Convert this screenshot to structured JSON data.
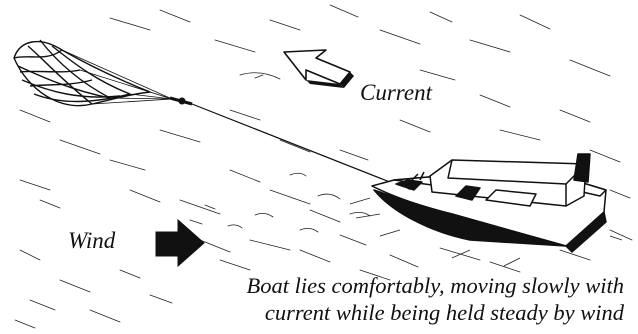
{
  "labels": {
    "current": "Current",
    "wind": "Wind"
  },
  "caption": {
    "line1": "Boat lies comfortably, moving slowly with",
    "line2": "current while being held steady by wind"
  },
  "colors": {
    "ink": "#111111",
    "paper": "#ffffff"
  },
  "icons": {
    "current_arrow": "outlined-arrow-pointing-up-left",
    "wind_arrow": "solid-black-arrow-pointing-right"
  }
}
